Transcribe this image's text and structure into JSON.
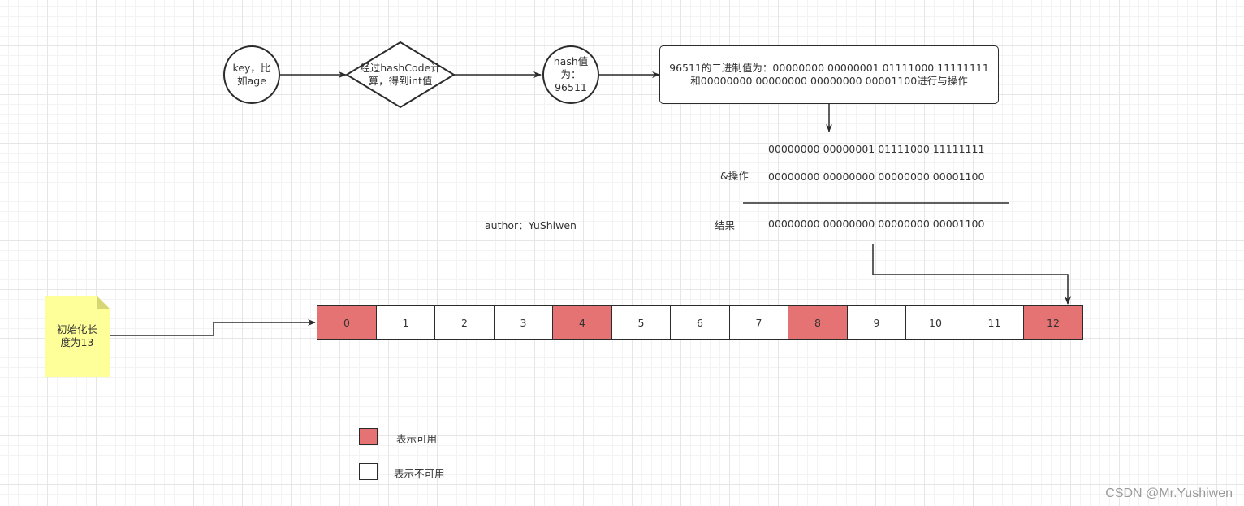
{
  "nodes": {
    "key": "key，比\n如age",
    "hashcode": "经过hashCode计\n算，得到int值",
    "hash_value": "hash值\n为：\n96511",
    "binary_box": [
      "96511的二进制值为：00000000 00000001 01111000 11111111",
      "和00000000 00000000 00000000 00001100进行与操作"
    ]
  },
  "operation": {
    "operand1": "00000000 00000001 01111000 11111111",
    "operator_label": "&操作",
    "operand2": "00000000 00000000 00000000 00001100",
    "result_label": "结果",
    "result": "00000000 00000000 00000000 00001100"
  },
  "author": "author：YuShiwen",
  "note": "初始化长\n度为13",
  "array": [
    {
      "label": "0",
      "used": true
    },
    {
      "label": "1",
      "used": false
    },
    {
      "label": "2",
      "used": false
    },
    {
      "label": "3",
      "used": false
    },
    {
      "label": "4",
      "used": true
    },
    {
      "label": "5",
      "used": false
    },
    {
      "label": "6",
      "used": false
    },
    {
      "label": "7",
      "used": false
    },
    {
      "label": "8",
      "used": true
    },
    {
      "label": "9",
      "used": false
    },
    {
      "label": "10",
      "used": false
    },
    {
      "label": "11",
      "used": false
    },
    {
      "label": "12",
      "used": true
    }
  ],
  "legend": {
    "used_label": "表示可用",
    "unused_label": "表示不可用",
    "used_color": "#e57373",
    "unused_color": "#ffffff"
  },
  "watermark": "CSDN @Mr.Yushiwen"
}
